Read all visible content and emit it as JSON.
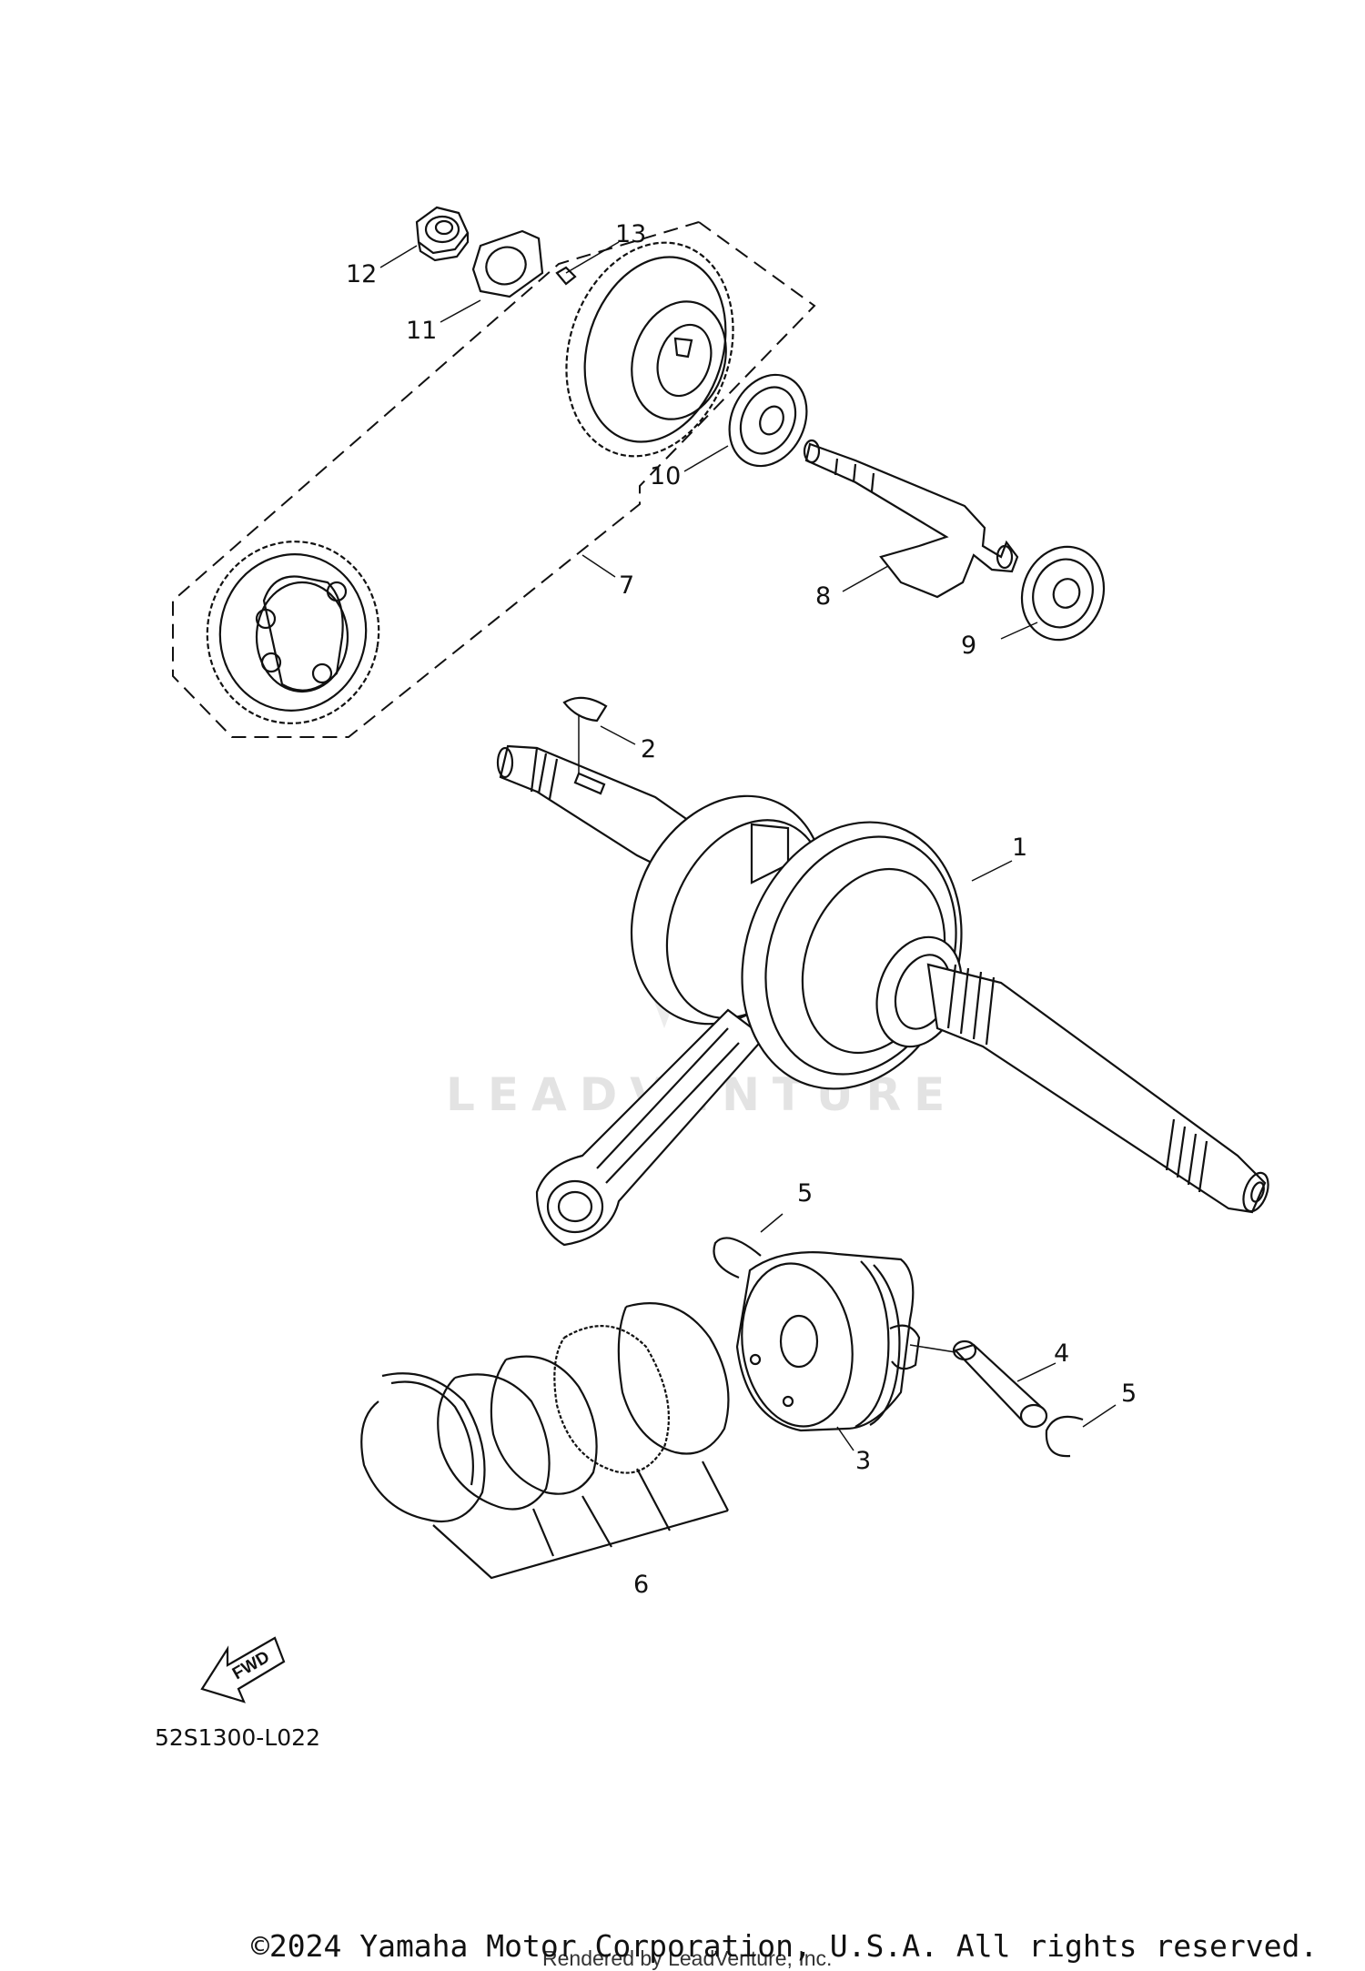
{
  "diagram_code": "52S1300-L022",
  "watermark": "LEADVENTURE",
  "fwd_label": "FWD",
  "copyright": "©2024 Yamaha Motor Corporation, U.S.A. All rights reserved.",
  "rendered_by": "Rendered by LeadVenture, Inc.",
  "callouts": {
    "c1": "1",
    "c2": "2",
    "c3": "3",
    "c4": "4",
    "c5a": "5",
    "c5b": "5",
    "c6": "6",
    "c7": "7",
    "c8": "8",
    "c9": "9",
    "c10": "10",
    "c11": "11",
    "c12": "12",
    "c13": "13"
  }
}
